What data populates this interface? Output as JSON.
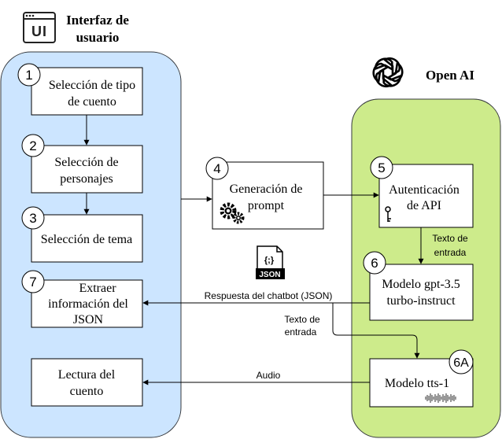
{
  "header": {
    "ui_title_line1": "Interfaz de",
    "ui_title_line2": "usuario",
    "openai_title": "Open AI"
  },
  "icons": {
    "ui_icon_text": "UI",
    "json_icon_text": "JSON",
    "json_icon_glyph": "{;}"
  },
  "colors": {
    "ui_panel": "#cce5ff",
    "ui_panel_border": "#36393d",
    "openai_panel": "#cdeb8b",
    "openai_panel_border": "#36393d",
    "box_border": "#000000"
  },
  "steps": [
    {
      "number": "1",
      "line1": "Selección de tipo",
      "line2": "de cuento"
    },
    {
      "number": "2",
      "line1": "Selección de",
      "line2": "personajes"
    },
    {
      "number": "3",
      "line1": "Selección de tema",
      "line2": ""
    },
    {
      "number": "4",
      "line1": "Generación de",
      "line2": "prompt"
    },
    {
      "number": "5",
      "line1": "Autenticación",
      "line2": "de API"
    },
    {
      "number": "6",
      "line1": "Modelo gpt-3.5",
      "line2": "turbo-instruct"
    },
    {
      "number": "6A",
      "line1": "Modelo tts-1",
      "line2": ""
    },
    {
      "number": "7",
      "line1": "Extraer",
      "line2": "información del",
      "line3": "JSON"
    },
    {
      "number": "",
      "line1": "Lectura del",
      "line2": "cuento"
    }
  ],
  "edge_labels": {
    "texto_entrada_1_line1": "Texto de",
    "texto_entrada_1_line2": "entrada",
    "respuesta": "Respuesta del chatbot (JSON)",
    "texto_entrada_2_line1": "Texto de",
    "texto_entrada_2_line2": "entrada",
    "audio": "Audio"
  }
}
